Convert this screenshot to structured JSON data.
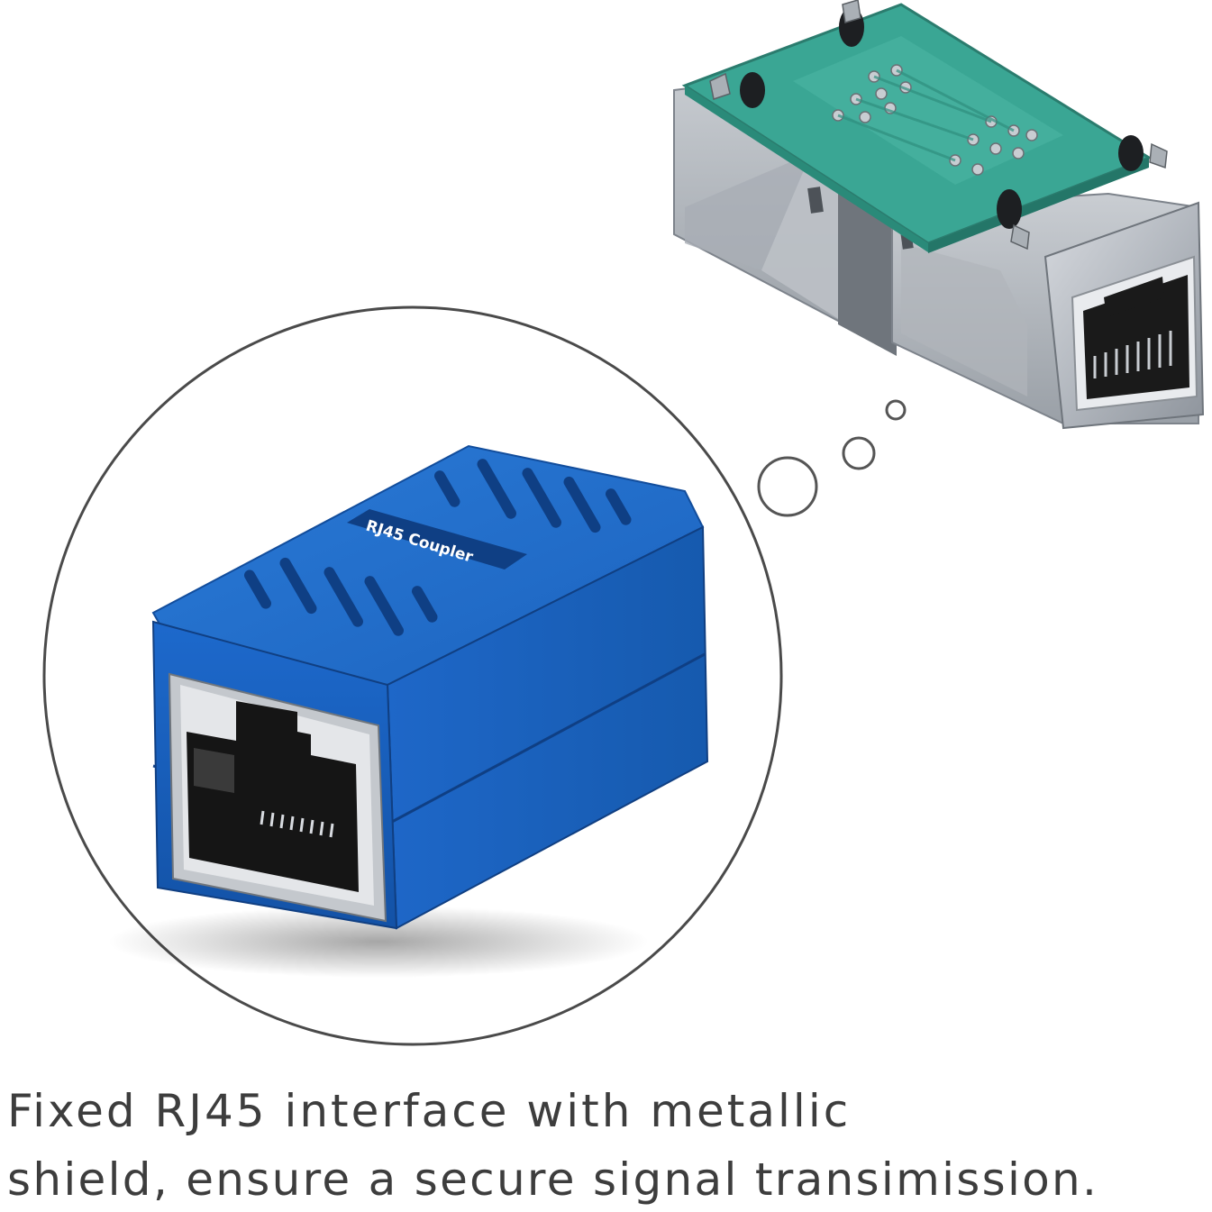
{
  "product": {
    "label_text": "RJ45 Coupler",
    "body_color": "#1e67c8",
    "body_shade_color": "#14519f",
    "pcb_color": "#3aa694",
    "shield_color": "#b8bcc2"
  },
  "caption": {
    "line1": "Fixed RJ45 interface with metallic",
    "line2": "shield, ensure a secure signal transimission."
  }
}
